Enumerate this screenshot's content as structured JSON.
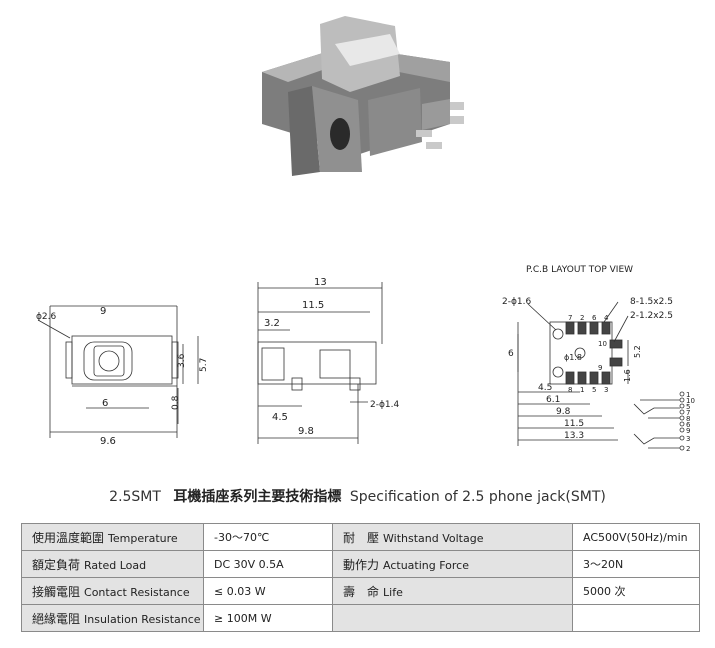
{
  "drawing": {
    "pcb_title": "P.C.B LAYOUT TOP VIEW",
    "front": {
      "dim_phi": "ϕ2.6",
      "dim_top": "9",
      "dim_bottom": "6",
      "dim_total": "9.6",
      "dim_h1": "3.6",
      "dim_h2": "5.7",
      "dim_h3": "0.8"
    },
    "side": {
      "dim_13": "13",
      "dim_115": "11.5",
      "dim_32": "3.2",
      "dim_45": "4.5",
      "dim_phi14": "2-ϕ1.4",
      "dim_98": "9.8"
    },
    "pcb": {
      "l_phi16": "2-ϕ1.6",
      "l_815": "8-1.5x2.5",
      "l_212": "2-1.2x2.5",
      "l_6": "6",
      "l_phi18": "ϕ1.8",
      "l_52": "5.2",
      "l_16": "1.6",
      "l_45": "4.5",
      "l_61": "6.1",
      "l_98": "9.8",
      "l_115": "11.5",
      "l_133": "13.3",
      "pins_top": [
        "7",
        "2",
        "6",
        "4"
      ],
      "pins_bottom": [
        "8",
        "1",
        "5",
        "3"
      ],
      "pin_10": "10",
      "pin_9": "9"
    },
    "schematic_pins": [
      "1",
      "10",
      "5",
      "7",
      "8",
      "6",
      "9",
      "3",
      "2"
    ]
  },
  "heading": {
    "model": "2.5SMT",
    "chinese": "耳機插座系列主要技術指標",
    "english": "Specification of 2.5 phone jack(SMT)"
  },
  "table": [
    {
      "l1_cn": "使用溫度範圍",
      "l1_en": "Temperature",
      "v1": "-30～70℃",
      "l2_cn": "耐　壓",
      "l2_en": "Withstand Voltage",
      "v2": "AC500V(50Hz)/min"
    },
    {
      "l1_cn": "額定負荷",
      "l1_en": "Rated Load",
      "v1": "DC 30V 0.5A",
      "l2_cn": "動作力",
      "l2_en": "Actuating Force",
      "v2": "3～20N"
    },
    {
      "l1_cn": "接觸電阻",
      "l1_en": "Contact Resistance",
      "v1": "≤ 0.03 W",
      "l2_cn": "壽　命",
      "l2_en": "Life",
      "v2": "5000 次"
    },
    {
      "l1_cn": "絕緣電阻",
      "l1_en": "Insulation Resistance",
      "v1": "≥ 100M W",
      "l2_cn": "",
      "l2_en": "",
      "v2": ""
    }
  ]
}
